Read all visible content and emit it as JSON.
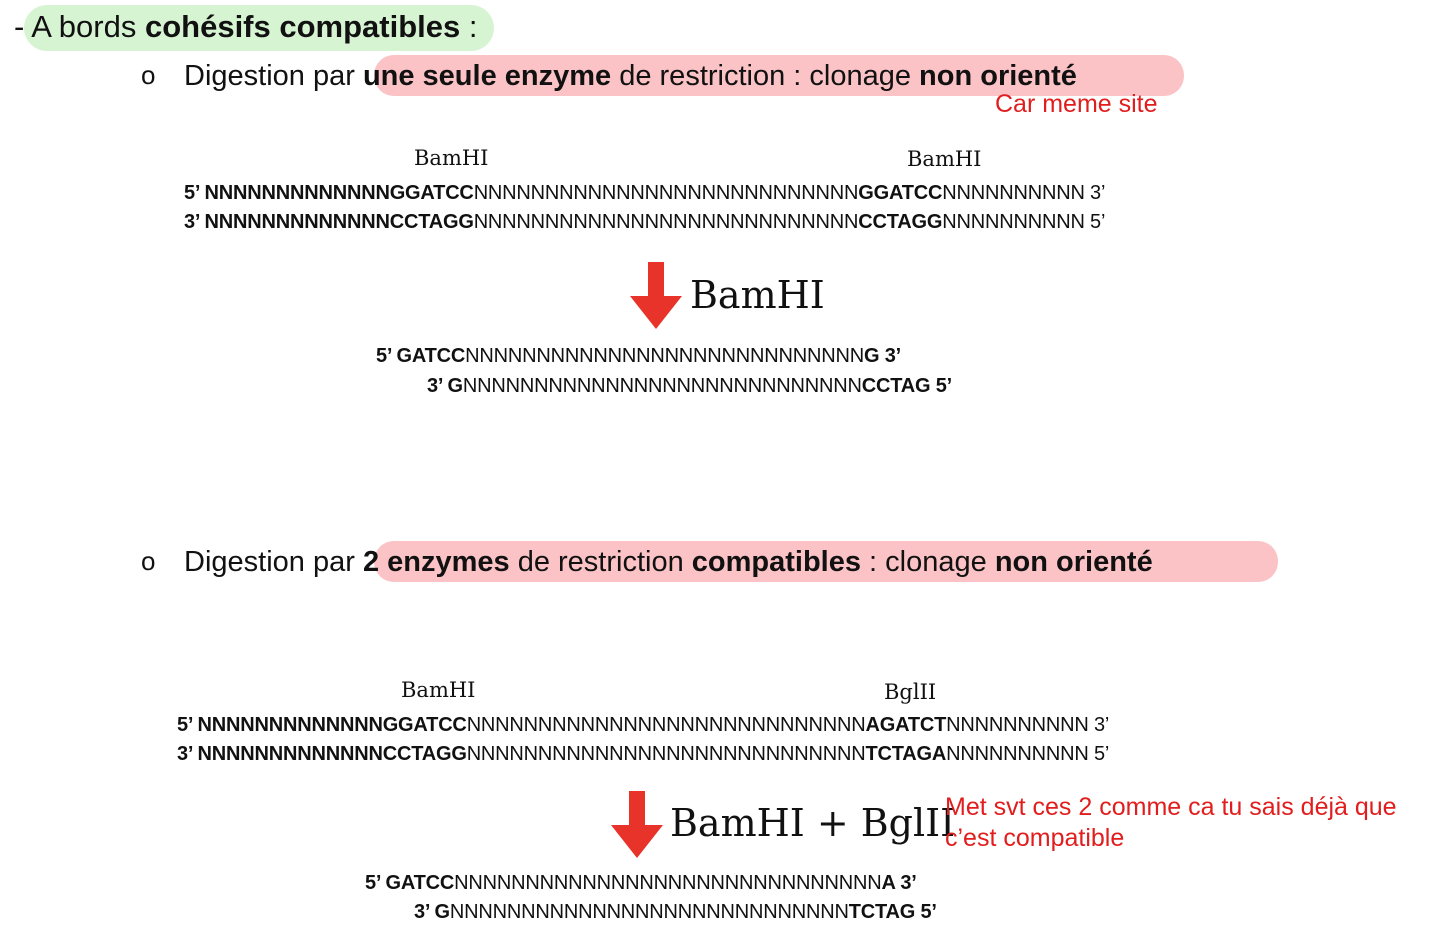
{
  "heading": {
    "prefix": "- A bords ",
    "bold": "cohésifs compatibles",
    "suffix": " :"
  },
  "section1": {
    "bullet": "o",
    "line_pre": "Digestion par ",
    "bold1": "une seule enzyme",
    "mid": " de restriction : clonage ",
    "bold2": "non orienté",
    "note": "Car meme site",
    "enzyme_left": "BamHI",
    "enzyme_right": "BamHI",
    "seq_top": {
      "p1": "5’ NNNNNNNNNNNNN",
      "b1": "GGATCC",
      "p2": "NNNNNNNNNNNNNNNNNNNNNNNNNNN",
      "b2": "GGATCC",
      "p3": "NNNNNNNNNN 3’"
    },
    "seq_bottom": {
      "p1": "3’ NNNNNNNNNNNNN",
      "b1": "CCTAGG",
      "p2": "NNNNNNNNNNNNNNNNNNNNNNNNNNN",
      "b2": "CCTAGG",
      "p3": "NNNNNNNNNN 5’"
    },
    "arrow_label": "BamHI",
    "product_top": {
      "b1": "5’ GATCC",
      "p": "NNNNNNNNNNNNNNNNNNNNNNNNNNNN",
      "b2": "G 3’"
    },
    "product_bottom": {
      "b1": "3’ G",
      "p": "NNNNNNNNNNNNNNNNNNNNNNNNNNNN",
      "b2": "CCTAG 5’"
    }
  },
  "section2": {
    "bullet": "o",
    "line_pre": "Digestion par ",
    "bold1": "2 enzymes",
    "mid": " de restriction ",
    "bold2": "compatibles",
    "mid2": " : clonage ",
    "bold3": "non orienté",
    "enzyme_left": "BamHI",
    "enzyme_right": "BglII",
    "seq_top": {
      "p1": "5’ NNNNNNNNNNNNN",
      "b1": "GGATCC",
      "p2": "NNNNNNNNNNNNNNNNNNNNNNNNNNNN",
      "b2": "AGATCT",
      "p3": "NNNNNNNNNN 3’"
    },
    "seq_bottom": {
      "p1": "3’ NNNNNNNNNNNNN",
      "b1": "CCTAGG",
      "p2": "NNNNNNNNNNNNNNNNNNNNNNNNNNNN",
      "b2": "TCTAGA",
      "p3": "NNNNNNNNNN 5’"
    },
    "arrow_label": "BamHI + BglII",
    "note_line1": "Met svt ces 2 comme ca tu sais déjà que",
    "note_line2": "c’est compatible",
    "product_top": {
      "b1": "5’ GATCC",
      "p": "NNNNNNNNNNNNNNNNNNNNNNNNNNNNNN",
      "b2": "A 3’"
    },
    "product_bottom": {
      "b1": "3’ G",
      "p": "NNNNNNNNNNNNNNNNNNNNNNNNNNNN",
      "b2": "TCTAG 5’"
    }
  },
  "colors": {
    "arrow": "#e8332a",
    "note": "#e11d1d",
    "green_highlight": "#d7f4d2",
    "pink_highlight": "#fbc3c6"
  }
}
